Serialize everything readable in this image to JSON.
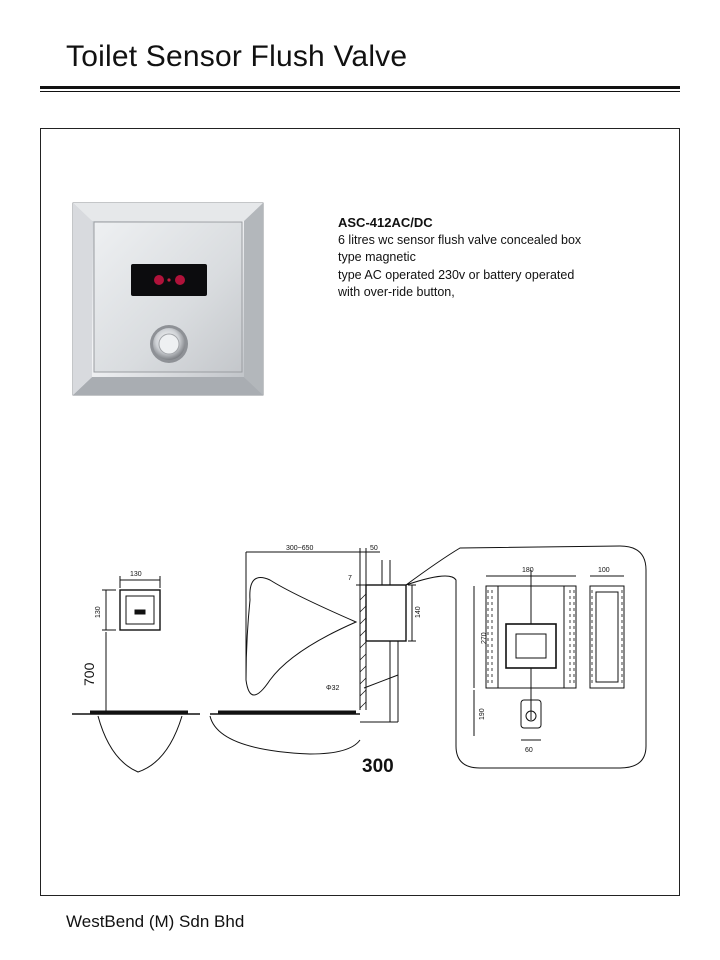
{
  "header": {
    "title": "Toilet Sensor Flush Valve"
  },
  "product": {
    "model": "ASC-412AC/DC",
    "lines": [
      "6 litres wc  sensor  flush valve concealed box",
      "type magnetic",
      "type AC operated 230v  or battery  operated",
      "with over-ride button,"
    ]
  },
  "drawing": {
    "labels": {
      "box_width": "130",
      "box_height": "130",
      "mount_height": "700",
      "reach": "300~650",
      "wall_offset": "50",
      "depth": "7",
      "box_h": "140",
      "pipe_dia": "Φ32",
      "pipe_distance": "300",
      "detail_width": "180",
      "detail_depth": "100",
      "detail_height": "270",
      "lower_height": "190",
      "outlet_width": "60"
    }
  },
  "footer": {
    "company": "WestBend (M) Sdn Bhd"
  }
}
